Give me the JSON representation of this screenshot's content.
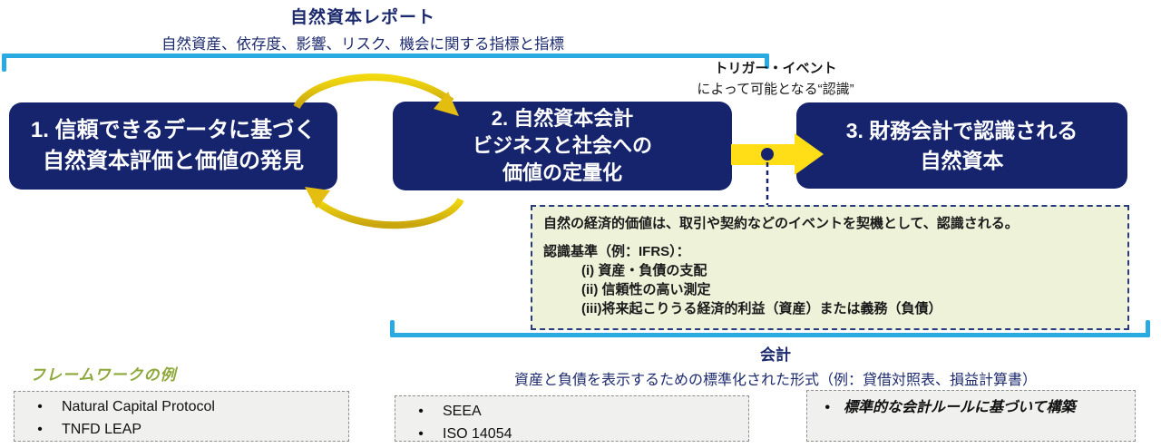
{
  "header": {
    "title": "自然資本レポート",
    "subtitle": "自然資産、依存度、影響、リスク、機会に関する指標と指標"
  },
  "trigger": {
    "line1": "トリガー・イベント",
    "line2": "によって可能となる“認識”"
  },
  "flow": [
    {
      "line1": "1. 信頼できるデータに基づく",
      "line2": "自然資本評価と価値の発見"
    },
    {
      "line1": "2. 自然資本会計",
      "line2": "ビジネスと社会への",
      "line3": "価値の定量化"
    },
    {
      "line1": "3. 財務会計で認識される",
      "line2": "自然資本"
    }
  ],
  "note": {
    "intro": "自然の経済的価値は、取引や契約などのイベントを契機として、認識される。",
    "heading": "認識基準（例：IFRS）：",
    "items": [
      "(i)  資産・負債の支配",
      "(ii) 信頼性の高い測定",
      "(iii)将来起こりうる経済的利益（資産）または義務（負債）"
    ]
  },
  "accounting": {
    "title": "会計",
    "subtitle": "資産と負債を表示するための標準化された形式（例：貸借対照表、損益計算書）"
  },
  "frameworks": {
    "label": "フレームワークの例",
    "box1": [
      "Natural Capital Protocol",
      "TNFD LEAP"
    ],
    "box2": [
      "SEEA",
      "ISO 14054"
    ],
    "box3": [
      "標準的な会計ルールに基づいて構築"
    ]
  },
  "colors": {
    "navy": "#16246e",
    "cyan_bracket": "#29abe2",
    "arrow_yellow": "#ffde17",
    "cycle_gold": "#d9b411",
    "note_bg": "#edf2d9",
    "note_border": "#2a3a80",
    "olive_label": "#8ca83a",
    "framework_box_bg": "#f0f0ee"
  }
}
